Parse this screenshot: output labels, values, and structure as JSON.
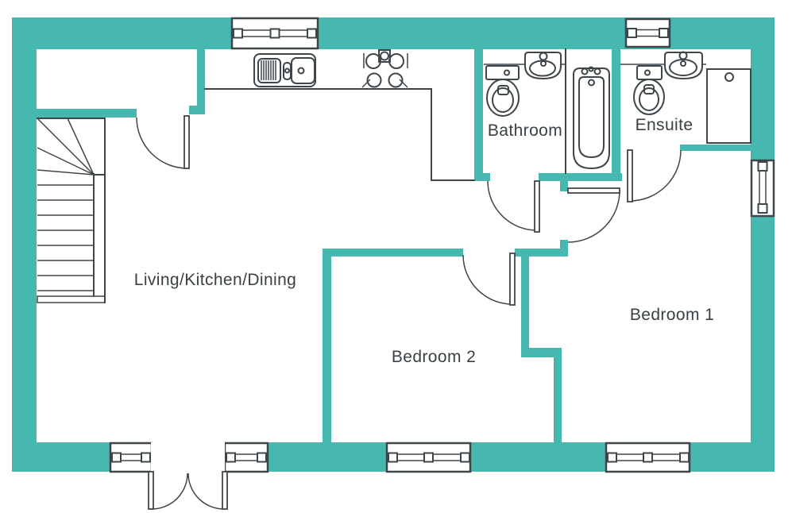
{
  "colors": {
    "wall": "#47b8b0",
    "line": "#3f464a",
    "label": "#3a4145",
    "floor": "#ffffff"
  },
  "rooms": {
    "living": {
      "label": "Living/Kitchen/Dining"
    },
    "bedroom2": {
      "label": "Bedroom 2"
    },
    "bedroom1": {
      "label": "Bedroom 1"
    },
    "bathroom": {
      "label": "Bathroom"
    },
    "ensuite": {
      "label": "Ensuite"
    }
  },
  "fixtures": [
    "staircase",
    "kitchen-sink",
    "hob",
    "bathtub",
    "toilet",
    "wash-basin",
    "shower",
    "window",
    "french-doors",
    "door-swing"
  ]
}
